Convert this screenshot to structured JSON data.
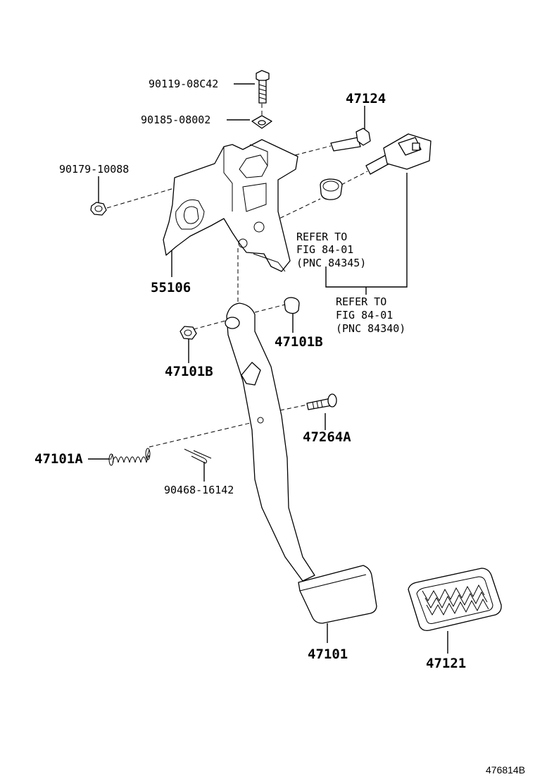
{
  "labels": {
    "bolt": "90119-08C42",
    "clip": "90185-08002",
    "nut_upper": "90179-10088",
    "switch": "47124",
    "bracket": "55106",
    "refer_1_line1": "REFER TO",
    "refer_1_line2": "FIG 84-01",
    "refer_1_line3": "(PNC 84345)",
    "refer_2_line1": "REFER TO",
    "refer_2_line2": "FIG 84-01",
    "refer_2_line3": "(PNC 84340)",
    "bushing_right": "47101B",
    "nut_left": "47101B",
    "pin": "47264A",
    "spring": "47101A",
    "cotter_pin": "90468-16142",
    "pedal": "47101",
    "pedal_pad": "47121",
    "figure_code": "476814B"
  }
}
